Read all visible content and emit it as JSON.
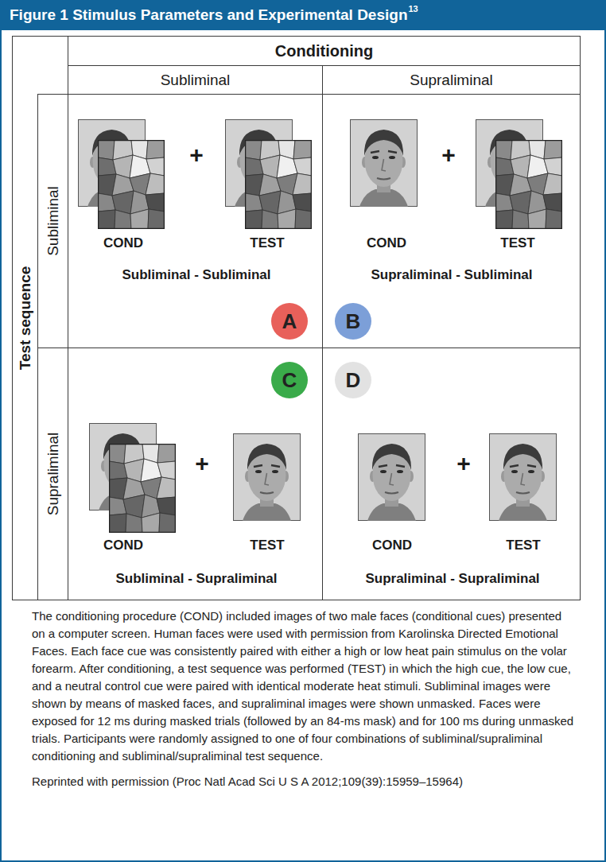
{
  "diagram": {
    "title": "Figure 1 Stimulus Parameters and Experimental Design",
    "caption": "The conditioning procedure (COND) included images of two male faces (conditional cues) presented on a computer screen. Human faces were used with permission from Karolinska Directed Emotional Faces. Each face cue was consistently paired with either a high or low heat pain stimulus on the volar forearm. After conditioning, a test sequence was performed (TEST) in which the high cue, the low cue, and a neutral control cue were paired with identical moderate heat stimuli. Subliminal images were shown by means of masked faces, and supraliminal images were shown unmasked. Faces were exposed for 12 ms during masked trials (followed by an 84-ms mask) and for 100 ms during unmasked trials. Participants were randomly assigned to one of four combinations of subliminal/supraliminal conditioning and subliminal/supraliminal test sequence.",
    "nodes": [
      {
        "text": [
          "Conditioning"
        ]
      },
      {
        "text": [
          "Subliminal"
        ]
      },
      {
        "text": [
          "Supraliminal"
        ]
      },
      {
        "text": [
          "Test sequence"
        ]
      },
      {
        "text": [
          "Subliminal"
        ]
      },
      {
        "text": [
          "COND",
          "+",
          "TEST",
          "Subliminal - Subliminal"
        ]
      },
      {
        "text": [
          "A"
        ],
        "in": 5
      },
      {
        "text": [
          "COND",
          "+",
          "TEST",
          "Supraliminal - Subliminal"
        ]
      },
      {
        "text": [
          "B"
        ],
        "in": 7
      },
      {
        "text": [
          "Supraliminal"
        ]
      },
      {
        "text": [
          "COND",
          "+",
          "TEST",
          "Subliminal - Supraliminal"
        ]
      },
      {
        "text": [
          "C"
        ],
        "in": 10
      },
      {
        "text": [
          "COND",
          "+",
          "TEST",
          "Supraliminal - Supraliminal"
        ]
      },
      {
        "text": [
          "D"
        ],
        "in": 12
      }
    ],
    "labels": [
      "13",
      "Reprinted with permission (Proc Natl Acad Sci U S A 2012;109(39):15959–15964)"
    ]
  }
}
